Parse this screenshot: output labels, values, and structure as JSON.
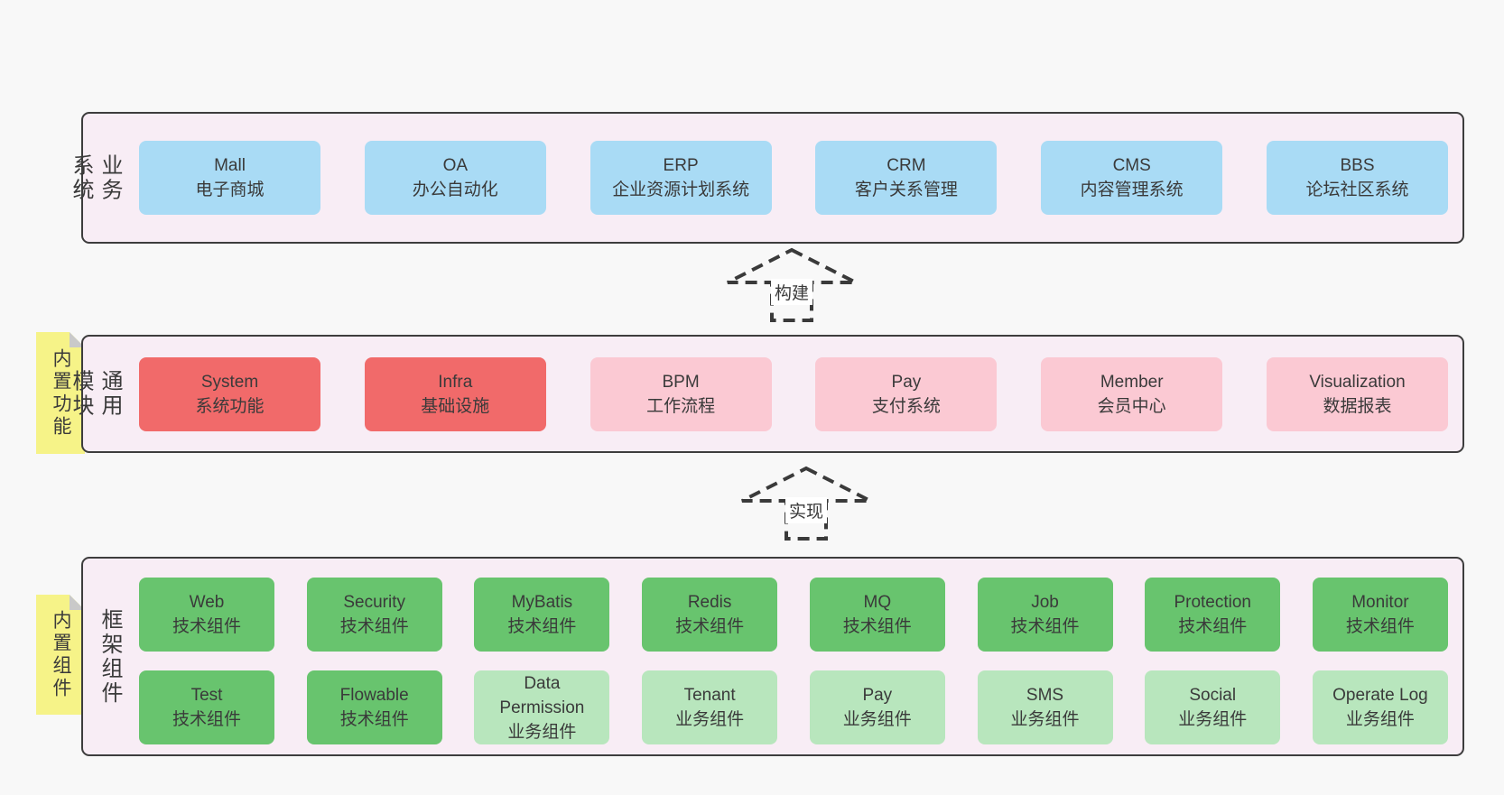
{
  "palette": {
    "background": "#f8f8f8",
    "container_fill": "#f8edf5",
    "container_border": "#3d3d3d",
    "blue_box": "#a9dbf5",
    "red_box": "#f16a6a",
    "pink_box": "#fbc9d3",
    "green_box": "#68c46e",
    "light_green_box": "#b8e6bd",
    "yellow_note": "#f6f388",
    "note_fold": "#c9c9c9",
    "text": "#3a3a3a"
  },
  "arrows": {
    "build": {
      "label": "构建"
    },
    "implement": {
      "label": "实现"
    }
  },
  "layers": {
    "business": {
      "label": "业务系统",
      "boxes": [
        {
          "name": "Mall",
          "desc": "电子商城"
        },
        {
          "name": "OA",
          "desc": "办公自动化"
        },
        {
          "name": "ERP",
          "desc": "企业资源计划系统"
        },
        {
          "name": "CRM",
          "desc": "客户关系管理"
        },
        {
          "name": "CMS",
          "desc": "内容管理系统"
        },
        {
          "name": "BBS",
          "desc": "论坛社区系统"
        }
      ]
    },
    "modules": {
      "label": "通用模块",
      "note": "内置功能",
      "boxes": [
        {
          "name": "System",
          "desc": "系统功能",
          "variant": "red"
        },
        {
          "name": "Infra",
          "desc": "基础设施",
          "variant": "red"
        },
        {
          "name": "BPM",
          "desc": "工作流程",
          "variant": "pink"
        },
        {
          "name": "Pay",
          "desc": "支付系统",
          "variant": "pink"
        },
        {
          "name": "Member",
          "desc": "会员中心",
          "variant": "pink"
        },
        {
          "name": "Visualization",
          "desc": "数据报表",
          "variant": "pink"
        }
      ]
    },
    "components": {
      "label": "框架组件",
      "note": "内置组件",
      "row1": [
        {
          "name": "Web",
          "desc": "技术组件",
          "variant": "green"
        },
        {
          "name": "Security",
          "desc": "技术组件",
          "variant": "green"
        },
        {
          "name": "MyBatis",
          "desc": "技术组件",
          "variant": "green"
        },
        {
          "name": "Redis",
          "desc": "技术组件",
          "variant": "green"
        },
        {
          "name": "MQ",
          "desc": "技术组件",
          "variant": "green"
        },
        {
          "name": "Job",
          "desc": "技术组件",
          "variant": "green"
        },
        {
          "name": "Protection",
          "desc": "技术组件",
          "variant": "green"
        },
        {
          "name": "Monitor",
          "desc": "技术组件",
          "variant": "green"
        }
      ],
      "row2": [
        {
          "name": "Test",
          "desc": "技术组件",
          "variant": "green"
        },
        {
          "name": "Flowable",
          "desc": "技术组件",
          "variant": "green"
        },
        {
          "name": "Data Permission",
          "desc": "业务组件",
          "variant": "light-green"
        },
        {
          "name": "Tenant",
          "desc": "业务组件",
          "variant": "light-green"
        },
        {
          "name": "Pay",
          "desc": "业务组件",
          "variant": "light-green"
        },
        {
          "name": "SMS",
          "desc": "业务组件",
          "variant": "light-green"
        },
        {
          "name": "Social",
          "desc": "业务组件",
          "variant": "light-green"
        },
        {
          "name": "Operate Log",
          "desc": "业务组件",
          "variant": "light-green"
        }
      ]
    }
  }
}
